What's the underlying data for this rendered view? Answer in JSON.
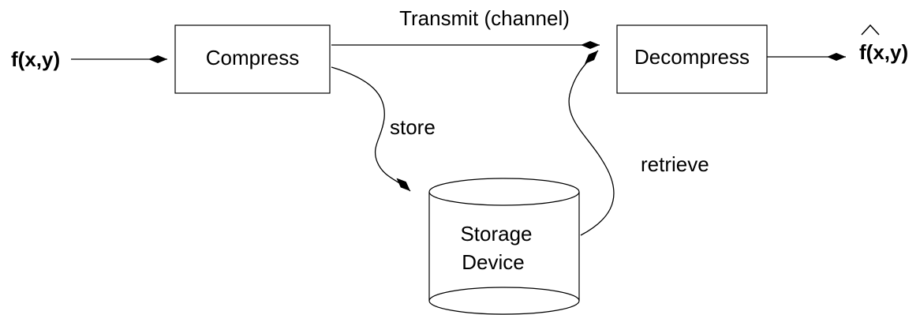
{
  "diagram": {
    "input_label": "f(x,y)",
    "output_label": "f(x,y)",
    "nodes": {
      "compress": "Compress",
      "decompress": "Decompress",
      "storage_line1": "Storage",
      "storage_line2": "Device"
    },
    "edges": {
      "transmit": "Transmit (channel)",
      "store": "store",
      "retrieve": "retrieve"
    }
  }
}
